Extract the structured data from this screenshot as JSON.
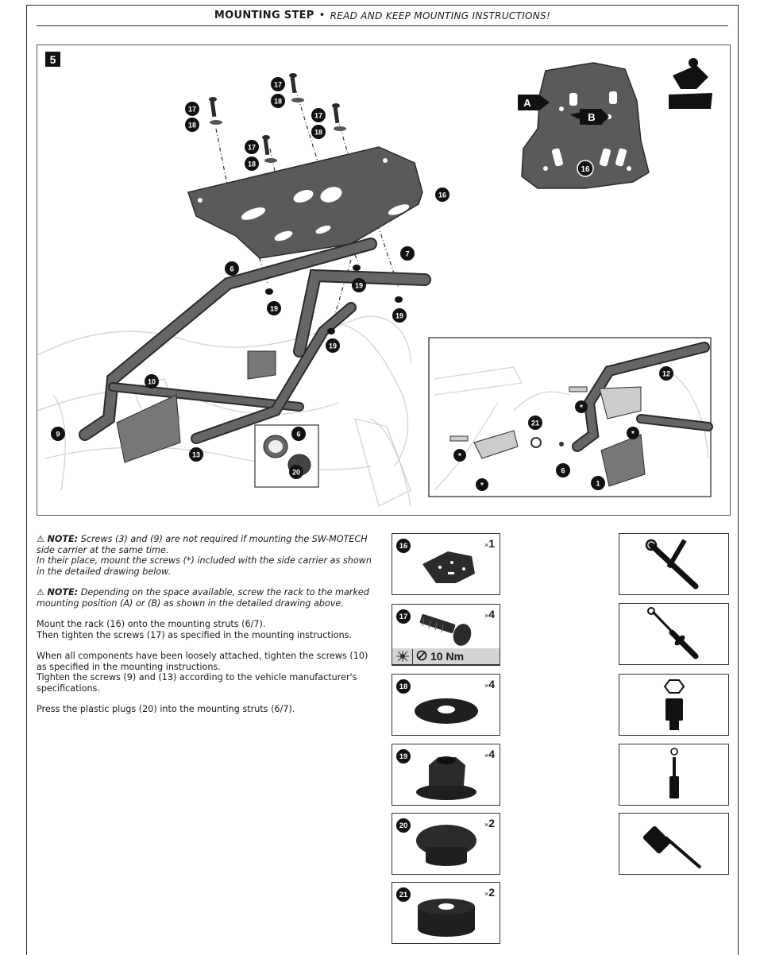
{
  "header": {
    "title": "MOUNTING STEP",
    "separator": "•",
    "subtitle": "READ AND KEEP MOUNTING INSTRUCTIONS!"
  },
  "step": {
    "number": "5"
  },
  "figure": {
    "callouts": [
      "17",
      "18",
      "17",
      "18",
      "17",
      "18",
      "17",
      "18",
      "16",
      "6",
      "7",
      "19",
      "19",
      "19",
      "19",
      "10",
      "9",
      "13",
      "6",
      "20",
      "12",
      "21",
      "6",
      "1",
      "16",
      "*",
      "*",
      "*",
      "*"
    ],
    "position_labels": {
      "a": "A",
      "b": "B"
    }
  },
  "notes": {
    "note_label": "NOTE:",
    "note1_text": "Screws (3) and (9) are not required if mounting the SW-MOTECH side carrier at the same time.",
    "note1_text2": "In their place, mount the screws (*) included with the side carrier as shown in the detailed drawing below.",
    "note2_text": "Depending on the space available, screw the rack to the marked mounting position (A) or (B) as shown in the detailed drawing above.",
    "para1_line1": "Mount the rack (16) onto the mounting struts (6/7).",
    "para1_line2": "Then tighten the screws (17) as specified in the mounting instructions.",
    "para2_line1": "When all components have been loosely attached, tighten the screws (10) as specified in the mounting instructions.",
    "para2_line2": "Tighten the screws (9) and (13) according to the vehicle manufacturer's specifications.",
    "para3": "Press the plastic plugs (20) into the mounting struts (6/7)."
  },
  "parts": [
    {
      "number": "16",
      "qty_prefix": "×",
      "qty": "1"
    },
    {
      "number": "17",
      "qty_prefix": "×",
      "qty": "4"
    },
    {
      "number": "18",
      "qty_prefix": "×",
      "qty": "4"
    },
    {
      "number": "19",
      "qty_prefix": "×",
      "qty": "4"
    },
    {
      "number": "20",
      "qty_prefix": "×",
      "qty": "2"
    },
    {
      "number": "21",
      "qty_prefix": "×",
      "qty": "2"
    }
  ],
  "torque": {
    "value": "10 Nm"
  },
  "tools": [
    "ratchet-with-hex-bit-icon",
    "torque-wrench-icon",
    "socket-icon",
    "socket-driver-icon",
    "mallet-icon"
  ],
  "colors": {
    "ink": "#1a1a1a",
    "part_dark": "#2b2b2b",
    "rack_grey": "#5a5a5a",
    "torque_bg": "#d4d4d4"
  }
}
